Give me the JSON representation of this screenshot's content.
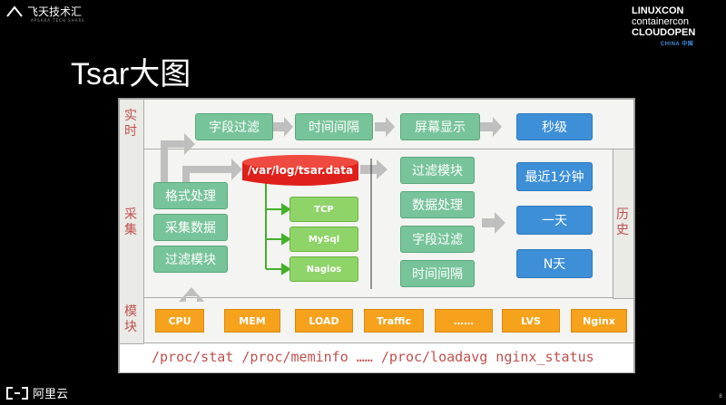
{
  "branding": {
    "top_left_name": "飞天技术汇",
    "top_left_sub": "APSARA TECH SHARE",
    "top_right_lines": [
      "LINUXCON",
      "containercon",
      "CLOUDOPEN"
    ],
    "top_right_china": "CHINA 中国",
    "bottom_left": "阿里云",
    "slide_number": "8"
  },
  "title": "Tsar大图",
  "side_labels": {
    "realtime": "实时",
    "collect": "采集",
    "module": "模块",
    "history": "历史"
  },
  "realtime_row": [
    "字段过滤",
    "时间间隔",
    "屏幕显示",
    "秒级"
  ],
  "collect_stack": [
    "格式处理",
    "采集数据",
    "过滤模块"
  ],
  "data_file": "/var/log/tsar.data",
  "outputs": [
    "TCP",
    "MySql",
    "Nagios"
  ],
  "history_processing": [
    "过滤模块",
    "数据处理",
    "字段过滤",
    "时间间隔"
  ],
  "history_ranges": [
    "最近1分钟",
    "一天",
    "N天"
  ],
  "modules": [
    "CPU",
    "MEM",
    "LOAD",
    "Traffic",
    "……",
    "LVS",
    "Nginx"
  ],
  "proc_sources": "/proc/stat /proc/meminfo …… /proc/loadavg nginx_status",
  "colors": {
    "green": "#77c39a",
    "light_green": "#8fd468",
    "blue": "#3d8fd8",
    "orange": "#f7a21c",
    "red": "#e0201b",
    "label_red": "#c0504d",
    "arrow_gray": "#bfbfbf"
  }
}
